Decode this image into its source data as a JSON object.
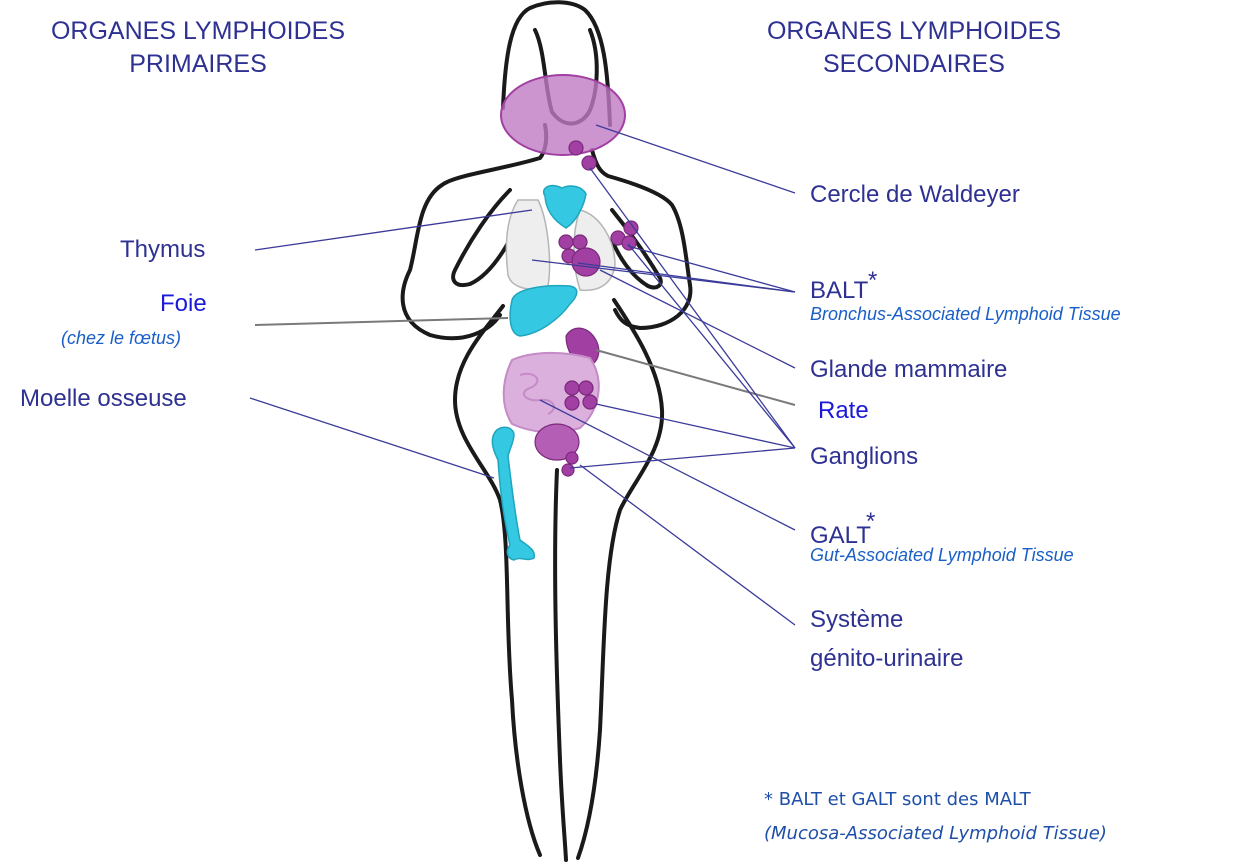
{
  "primary_heading": {
    "line1": "ORGANES LYMPHOIDES",
    "line2": "PRIMAIRES"
  },
  "secondary_heading": {
    "line1": "ORGANES LYMPHOIDES",
    "line2": "SECONDAIRES"
  },
  "primary_labels": {
    "thymus": "Thymus",
    "foie": "Foie",
    "foie_note": "(chez le fœtus)",
    "moelle": "Moelle osseuse"
  },
  "secondary_labels": {
    "waldeyer": "Cercle de Waldeyer",
    "balt": "BALT",
    "balt_star": "*",
    "balt_full": "Bronchus-Associated  Lymphoid Tissue",
    "glande": "Glande mammaire",
    "rate": "Rate",
    "ganglions": "Ganglions",
    "galt": "GALT",
    "galt_star": "*",
    "galt_full": "Gut-Associated  Lymphoid Tissue",
    "genito_line1": "Système",
    "genito_line2": "génito-urinaire"
  },
  "footnote": {
    "line1": "* BALT et GALT sont des MALT",
    "line2": "(Mucosa-Associated  Lymphoid Tissue)"
  },
  "colors": {
    "primary_organ": "#35c8e3",
    "secondary_organ": "#a13fa3",
    "waldeyer_fill": "#c17ac3",
    "text": "#2e3192"
  }
}
